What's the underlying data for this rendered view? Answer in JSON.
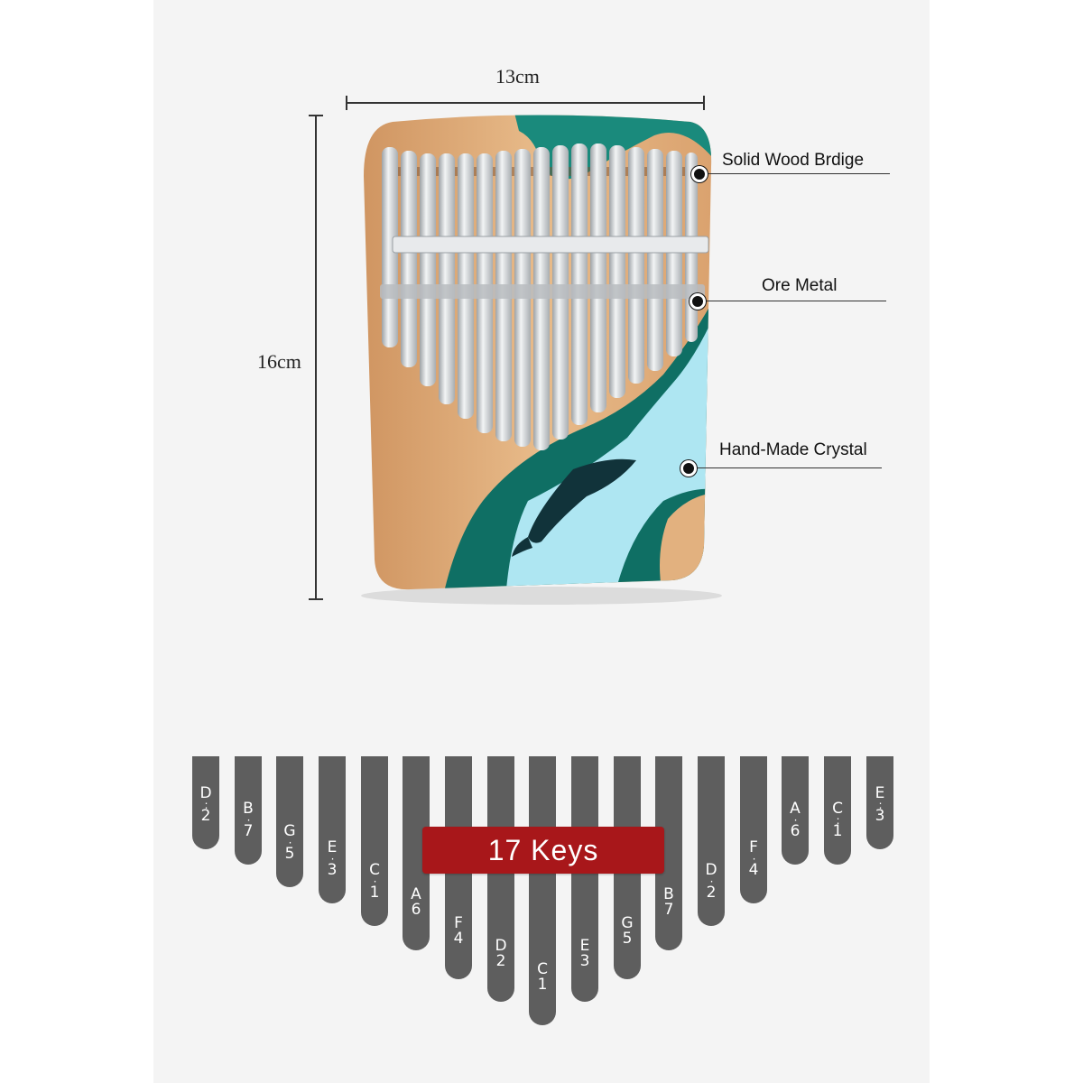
{
  "dimensions": {
    "width_label": "13cm",
    "height_label": "16cm"
  },
  "callouts": {
    "bridge": "Solid Wood Brdige",
    "metal": "Ore Metal",
    "crystal": "Hand-Made Crystal"
  },
  "keys_badge": "17 Keys",
  "keys": [
    {
      "note": "D",
      "dots": ":",
      "octave": "2"
    },
    {
      "note": "B",
      "dots": "·",
      "octave": "7"
    },
    {
      "note": "G",
      "dots": "·",
      "octave": "5"
    },
    {
      "note": "E",
      "dots": "·",
      "octave": "3"
    },
    {
      "note": "C",
      "dots": "·",
      "octave": "1"
    },
    {
      "note": "A",
      "dots": "",
      "octave": "6"
    },
    {
      "note": "F",
      "dots": "",
      "octave": "4"
    },
    {
      "note": "D",
      "dots": "",
      "octave": "2"
    },
    {
      "note": "C",
      "dots": "",
      "octave": "1"
    },
    {
      "note": "E",
      "dots": "",
      "octave": "3"
    },
    {
      "note": "G",
      "dots": "",
      "octave": "5"
    },
    {
      "note": "B",
      "dots": "",
      "octave": "7"
    },
    {
      "note": "D",
      "dots": "·",
      "octave": "2"
    },
    {
      "note": "F",
      "dots": "·",
      "octave": "4"
    },
    {
      "note": "A",
      "dots": "·",
      "octave": "6"
    },
    {
      "note": "C",
      "dots": ":",
      "octave": "1"
    },
    {
      "note": "E",
      "dots": ":",
      "octave": "3"
    }
  ],
  "colors": {
    "key_gray": "#5e5e5e",
    "badge_red": "#a8171a",
    "wood": "#e2b17f",
    "resin_teal": "#0f7a6e",
    "crystal_blue": "#a9e4f0",
    "tine_steel": "#d9dcdf"
  }
}
